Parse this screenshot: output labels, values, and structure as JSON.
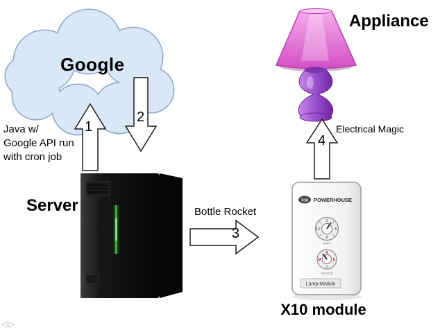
{
  "labels": {
    "google": "Google",
    "appliance": "Appliance",
    "server": "Server",
    "x10_module": "X10 module",
    "bottle_rocket": "Bottle Rocket",
    "electrical_magic": "Electrical Magic"
  },
  "steps": {
    "one": "1",
    "two": "2",
    "three": "3",
    "four": "4"
  },
  "java_note": {
    "line1": "Java w/",
    "line2": "Google API run",
    "line3": "with cron job"
  },
  "x10_device": {
    "logo": "X10",
    "brand": "POWERHOUSE",
    "unit_label": "UNIT",
    "house_label": "HOUSE",
    "unit_numbers": [
      "1",
      "5",
      "9",
      "13"
    ],
    "house_letters": [
      "A",
      "E",
      "I",
      "M"
    ],
    "bottom_label": "Lamp Module"
  },
  "nav": {
    "prev": "◁",
    "next": "▷"
  },
  "colors": {
    "cloud_fill": "#d9e7f7",
    "cloud_stroke": "#8ba6c6",
    "lamp_shade_pink": "#d44fc6",
    "lamp_base_purple": "#9a4fd0",
    "server_black": "#0a0a0a",
    "led_green": "#3fae3f",
    "dial_red": "#cc2222"
  }
}
